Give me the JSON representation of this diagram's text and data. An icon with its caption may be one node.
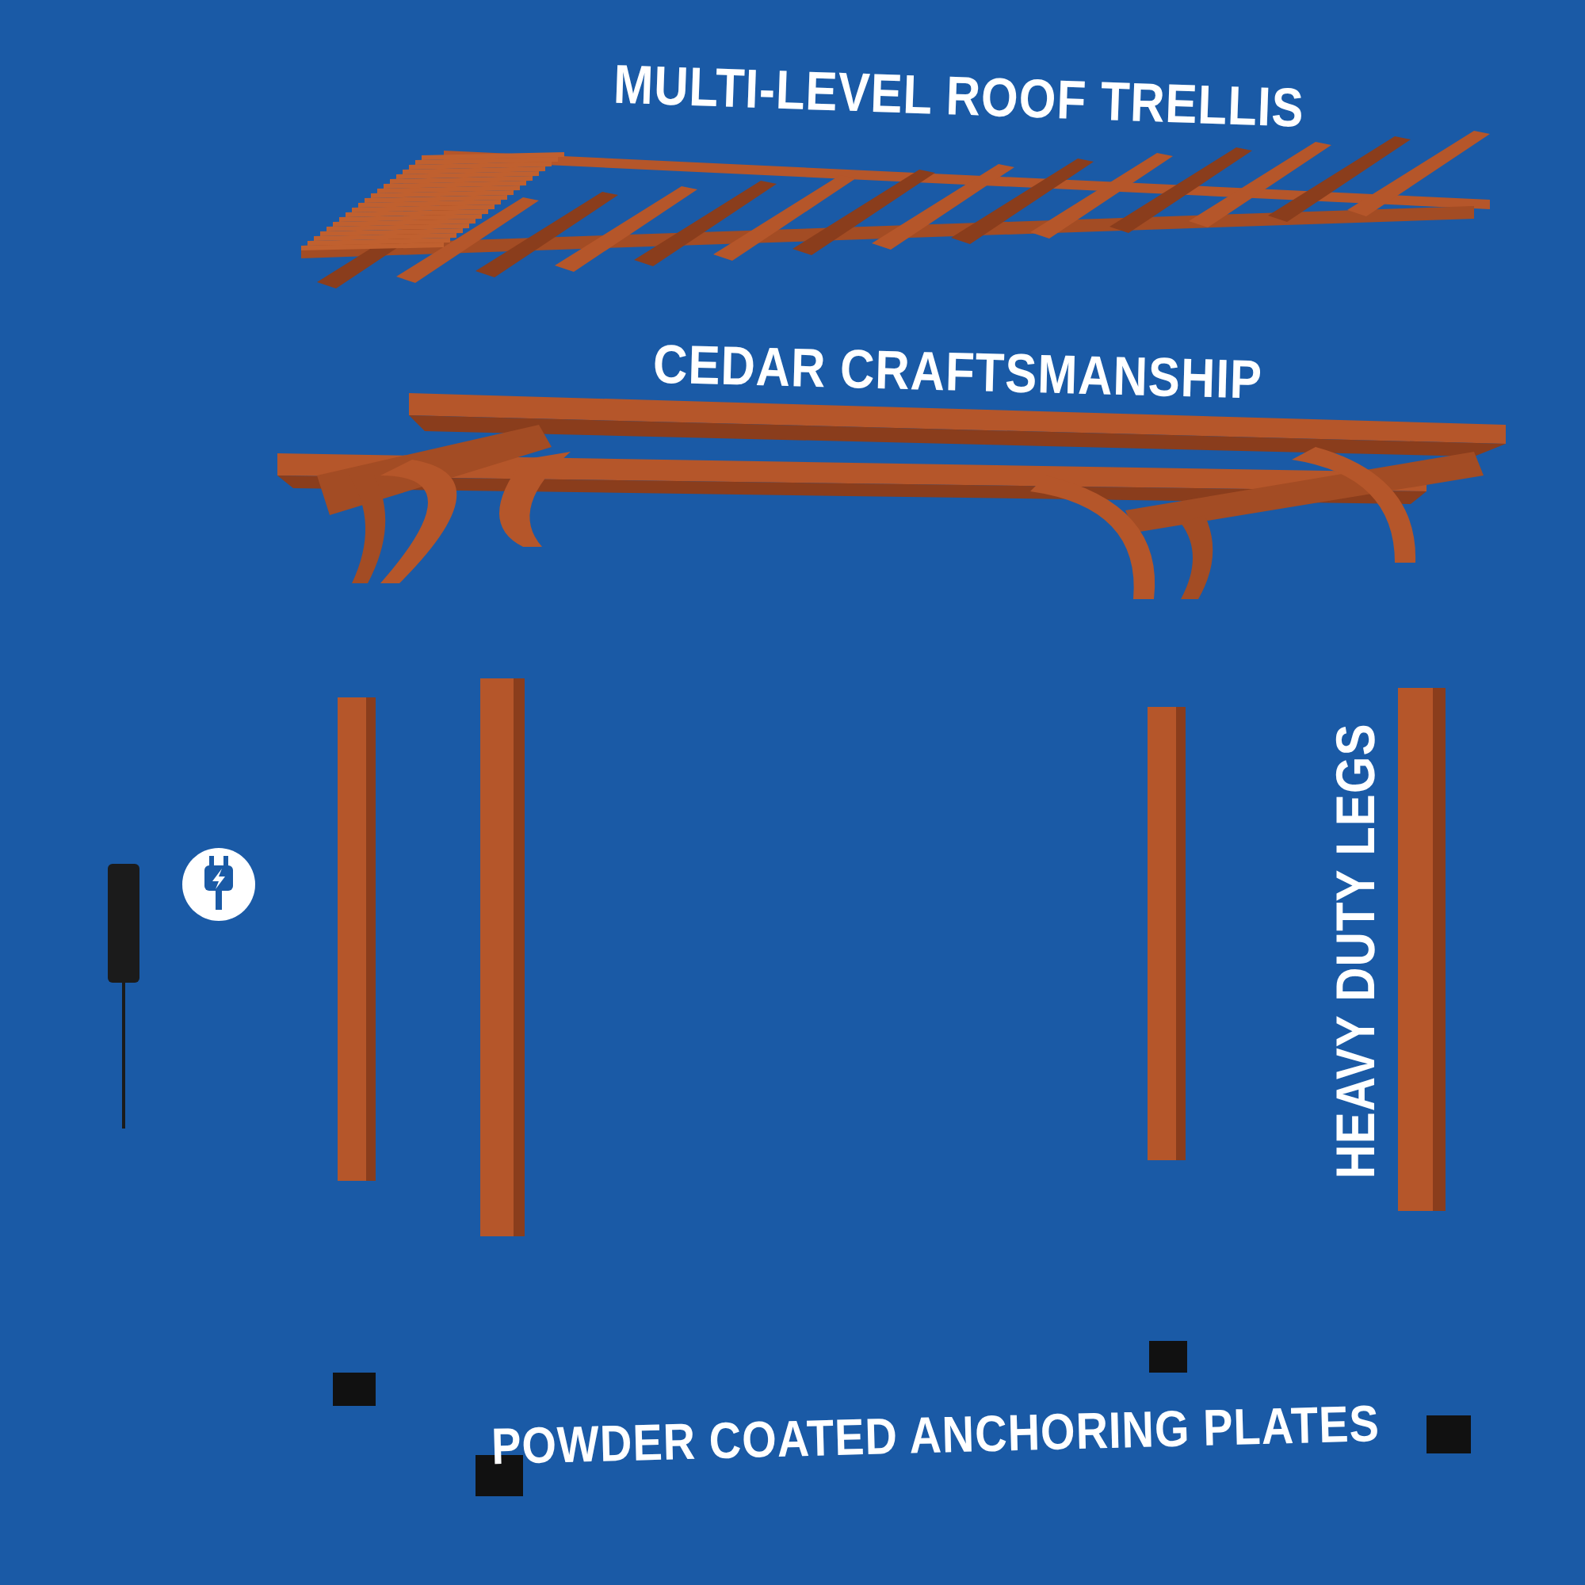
{
  "diagram": {
    "labels": [
      "MULTI-LEVEL ROOF TRELLIS",
      "CEDAR CRAFTSMANSHIP",
      "HEAVY DUTY LEGS",
      "POWDER COATED ANCHORING PLATES"
    ]
  }
}
